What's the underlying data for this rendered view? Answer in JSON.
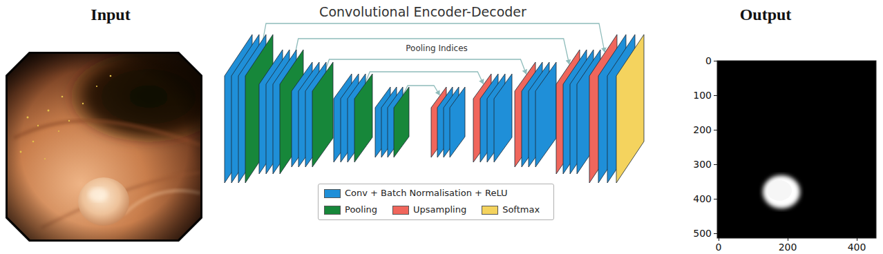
{
  "diagram": {
    "title": "Convolutional Encoder-Decoder",
    "labels": [
      "Input",
      "Output",
      "Pooling Indices",
      "0",
      "100",
      "200",
      "300",
      "400",
      "500",
      "0",
      "200",
      "400"
    ],
    "legend": [
      {
        "text": "Conv + Batch Normalisation + ReLU",
        "color": "#1f8fd8"
      },
      {
        "text": "Pooling",
        "color": "#17873a"
      },
      {
        "text": "Upsampling",
        "color": "#f0665c"
      },
      {
        "text": "Softmax",
        "color": "#f4d35e"
      }
    ]
  }
}
